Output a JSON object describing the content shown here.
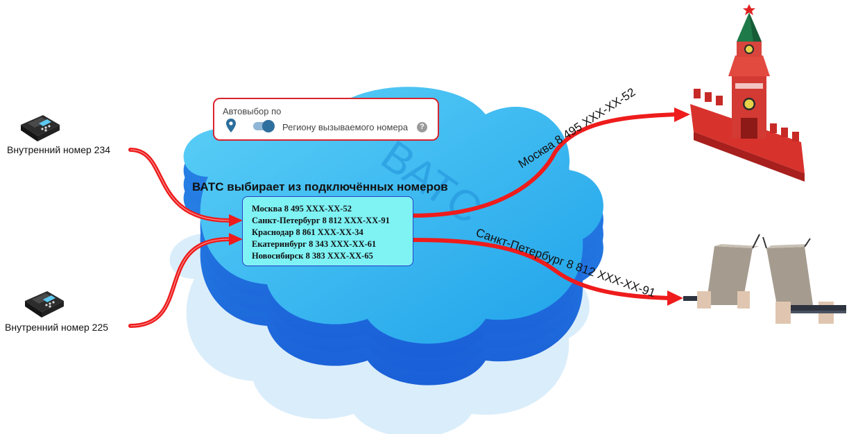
{
  "ext_phones": [
    {
      "label": "Внутренний номер 234"
    },
    {
      "label": "Внутренний номер 225"
    }
  ],
  "callout": {
    "title": "Автовыбор по",
    "option": "Региону вызываемого номера",
    "help": "?",
    "toggle_on": true
  },
  "cloud": {
    "watermark": "ВАТС"
  },
  "heading": "ВАТС выбирает из подключённых номеров",
  "numbers": [
    "Москва 8 495 XXX-XX-52",
    "Санкт-Петербург 8 812 XXX-XX-91",
    "Краснодар 8 861 XXX-XX-34",
    "Екатеринбург 8 343 XXX-XX-61",
    "Новосибирск 8 383 XXX-XX-65"
  ],
  "routes": [
    {
      "label": "Москва 8 495 XXX-XX-52",
      "destination": "kremlin-icon"
    },
    {
      "label": "Санкт-Петербург 8 812 XXX-XX-91",
      "destination": "drawbridge-icon"
    }
  ],
  "colors": {
    "cloud_top": "#35b4ee",
    "cloud_side": "#1f74e0",
    "arrow_red": "#ee1c1c",
    "callout_border": "#d9232d",
    "numbers_bg": "#7ff2f4",
    "numbers_border": "#2a3cc8"
  }
}
